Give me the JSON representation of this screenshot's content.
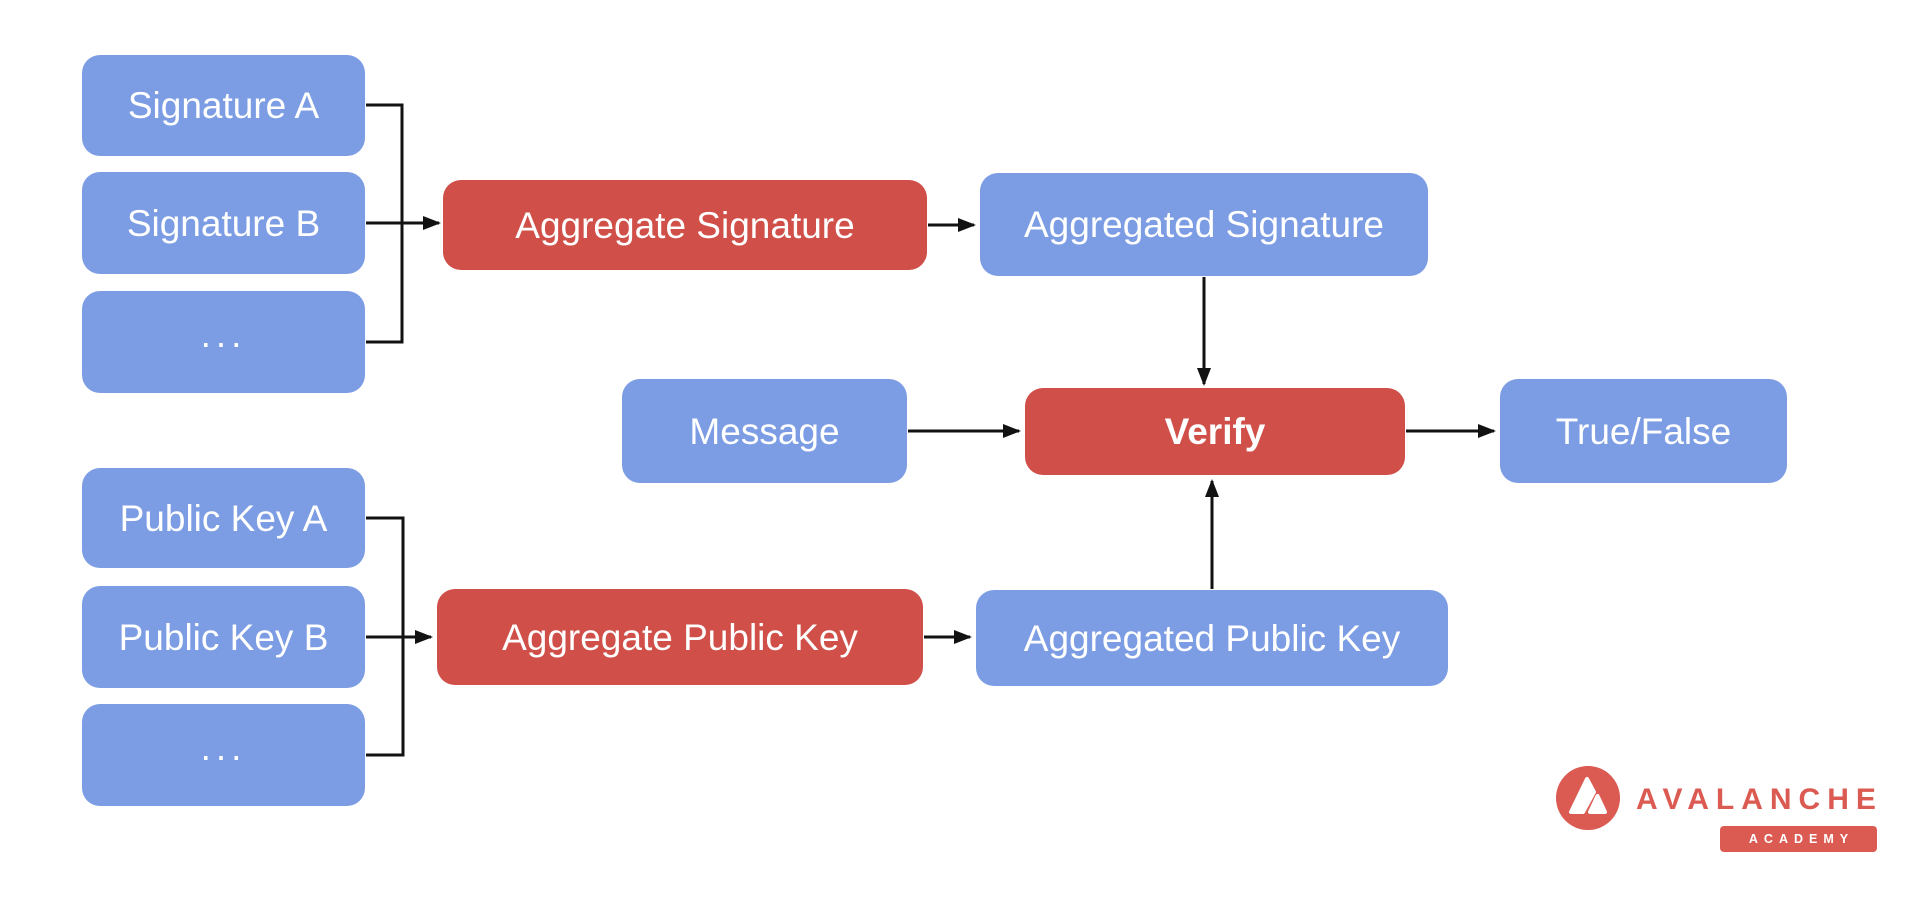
{
  "canvas": {
    "background": "#ffffff"
  },
  "colors": {
    "canvas_bg": "#ffffff",
    "data_box": "#7c9de3",
    "process_box": "#d05049",
    "box_text": "#ffffff",
    "connector": "#121212",
    "brand_red": "#db5a52"
  },
  "nodes": {
    "signature_a": {
      "label": "Signature A",
      "kind": "data"
    },
    "signature_b": {
      "label": "Signature B",
      "kind": "data"
    },
    "signature_more": {
      "label": "...",
      "kind": "data"
    },
    "aggregate_signature": {
      "label": "Aggregate Signature",
      "kind": "process"
    },
    "aggregated_signature": {
      "label": "Aggregated Signature",
      "kind": "data"
    },
    "message": {
      "label": "Message",
      "kind": "data"
    },
    "verify": {
      "label": "Verify",
      "kind": "process"
    },
    "true_false": {
      "label": "True/False",
      "kind": "data"
    },
    "public_key_a": {
      "label": "Public Key A",
      "kind": "data"
    },
    "public_key_b": {
      "label": "Public Key B",
      "kind": "data"
    },
    "public_key_more": {
      "label": "...",
      "kind": "data"
    },
    "aggregate_public_key": {
      "label": "Aggregate Public Key",
      "kind": "process"
    },
    "aggregated_public_key": {
      "label": "Aggregated Public Key",
      "kind": "data"
    }
  },
  "logo": {
    "brand": "AVALANCHE",
    "badge": "ACADEMY"
  }
}
